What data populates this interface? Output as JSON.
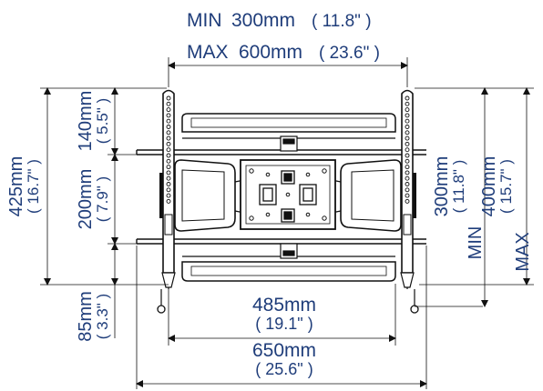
{
  "diagram": {
    "colors": {
      "dimension_text": "#1f3d7a",
      "line": "#111111"
    },
    "top": {
      "min_label": "MIN",
      "min_value": "300mm",
      "min_inch": "( 11.8\" )",
      "max_label": "MAX",
      "max_value": "600mm",
      "max_inch": "( 23.6\" )"
    },
    "left": {
      "total_mm": "425mm",
      "total_in": "( 16.7\" )",
      "mid_mm": "200mm",
      "mid_in": "( 7.9\" )",
      "upper_mm": "140mm",
      "upper_in": "( 5.5\" )",
      "bottom_mm": "85mm",
      "bottom_in": "( 3.3\" )"
    },
    "right": {
      "min_label": "MIN",
      "min_mm": "300mm",
      "min_in": "( 11.8\" )",
      "max_label": "MAX",
      "max_mm": "400mm",
      "max_in": "( 15.7\" )"
    },
    "bottom": {
      "inner_mm": "485mm",
      "inner_in": "( 19.1\" )",
      "outer_mm": "650mm",
      "outer_in": "( 25.6\" )"
    }
  }
}
